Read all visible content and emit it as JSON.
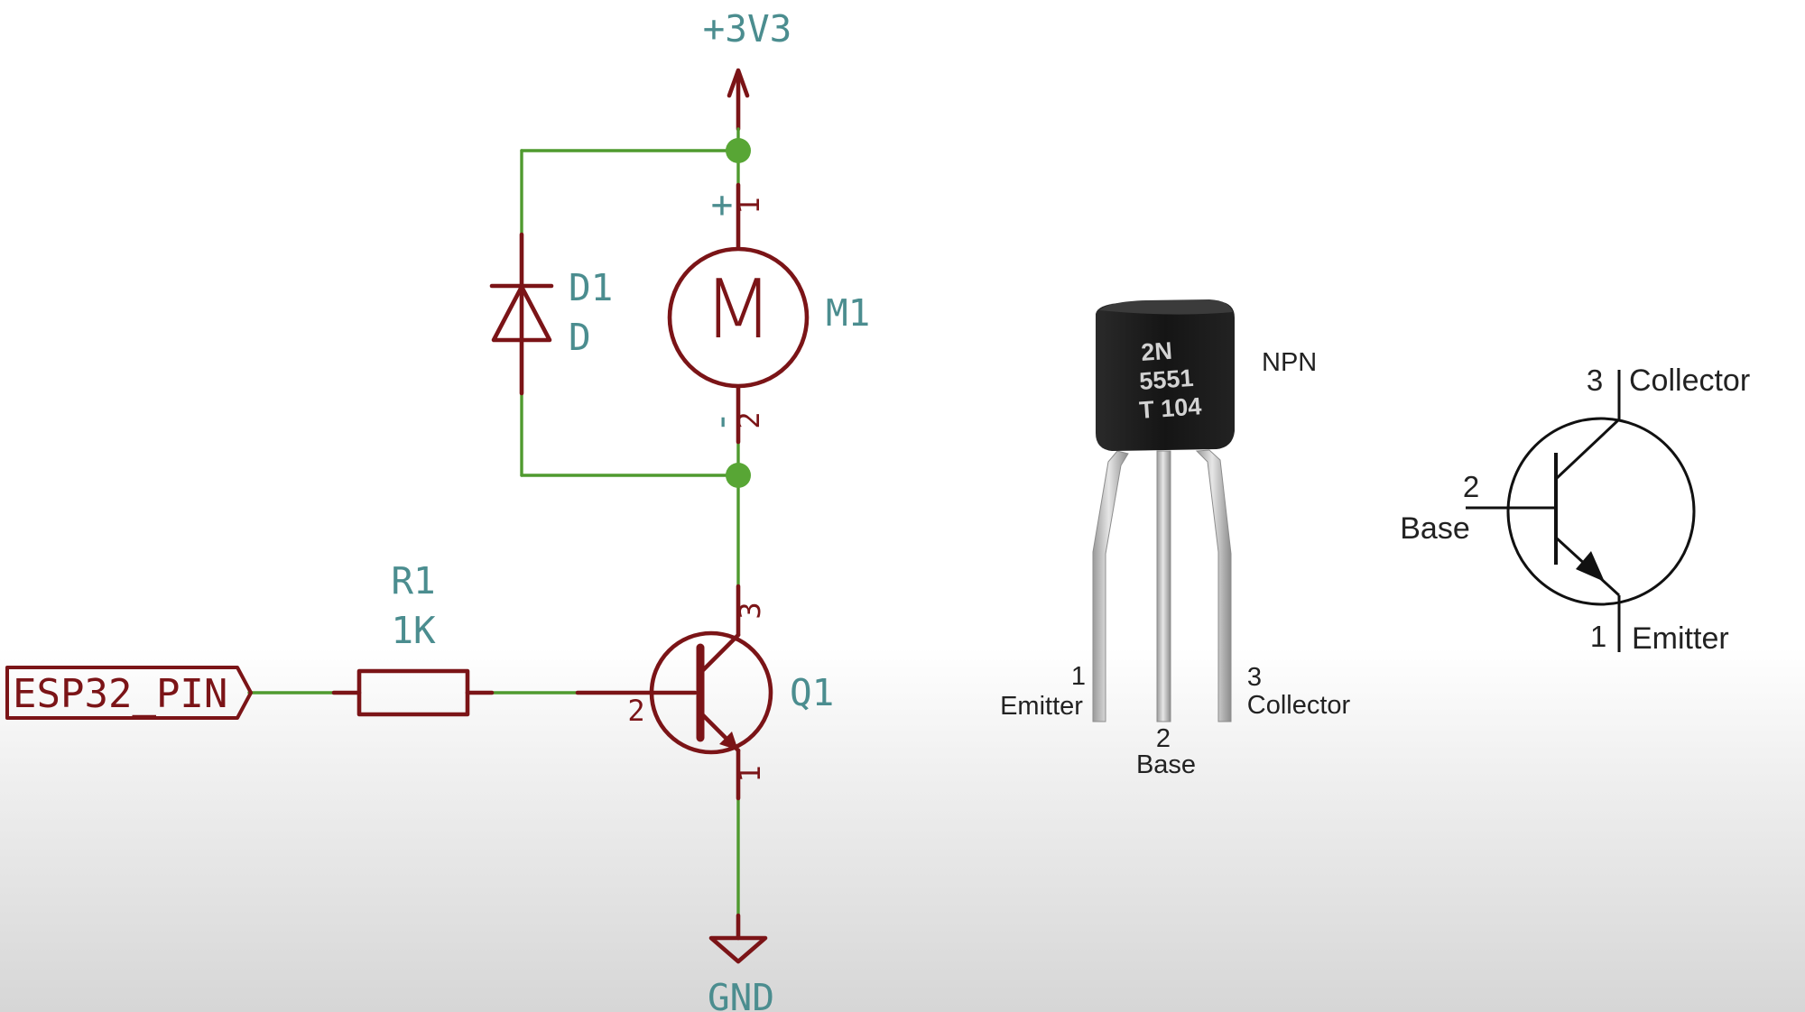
{
  "schematic": {
    "power_label": "+3V3",
    "ground_label": "GND",
    "diode": {
      "ref": "D1",
      "value": "D"
    },
    "motor": {
      "ref": "M1",
      "symbol": "M",
      "pin1": "1",
      "pin2": "2",
      "plus": "+",
      "minus": "-"
    },
    "resistor": {
      "ref": "R1",
      "value": "1K"
    },
    "transistor": {
      "ref": "Q1",
      "pin_base": "2",
      "pin_collector": "3",
      "pin_emitter": "1"
    },
    "input_label": "ESP32_PIN"
  },
  "package_photo": {
    "type_label": "NPN",
    "marking_line1": "2N",
    "marking_line2": "5551",
    "marking_line3": "T 104",
    "pins": [
      {
        "num": "1",
        "name": "Emitter"
      },
      {
        "num": "2",
        "name": "Base"
      },
      {
        "num": "3",
        "name": "Collector"
      }
    ]
  },
  "reference_symbol": {
    "collector": {
      "num": "3",
      "name": "Collector"
    },
    "base": {
      "num": "2",
      "name": "Base"
    },
    "emitter": {
      "num": "1",
      "name": "Emitter"
    }
  },
  "colors": {
    "wire": "#4f9a2f",
    "component": "#7b1417",
    "label": "#4b8d8f",
    "junction": "#58a635"
  }
}
